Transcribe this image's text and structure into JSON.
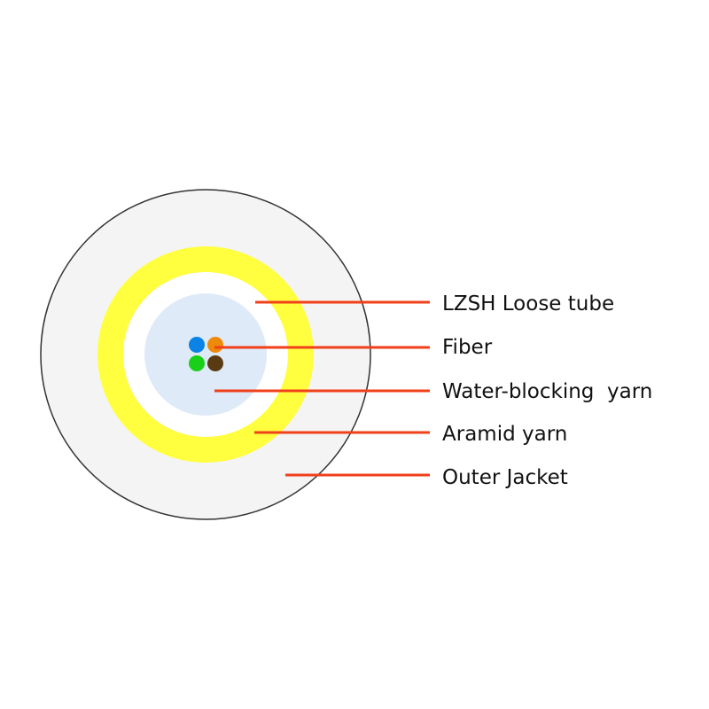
{
  "diagram": {
    "labels": [
      {
        "text": "LZSH Loose tube"
      },
      {
        "text": "Fiber"
      },
      {
        "text": "Water-blocking  yarn"
      },
      {
        "text": "Aramid yarn"
      },
      {
        "text": "Outer Jacket"
      }
    ],
    "colors": {
      "outer_jacket_fill": "#f4f4f4",
      "outer_jacket_stroke": "#333333",
      "aramid_yarn": "#ffff40",
      "water_blocking_yarn": "#ffffff",
      "loose_tube": "#dfeaf8",
      "leader_line": "#f0401a",
      "fiber_colors": [
        "#0a82e6",
        "#ee8a0a",
        "#18d018",
        "#5a3a12"
      ]
    }
  }
}
